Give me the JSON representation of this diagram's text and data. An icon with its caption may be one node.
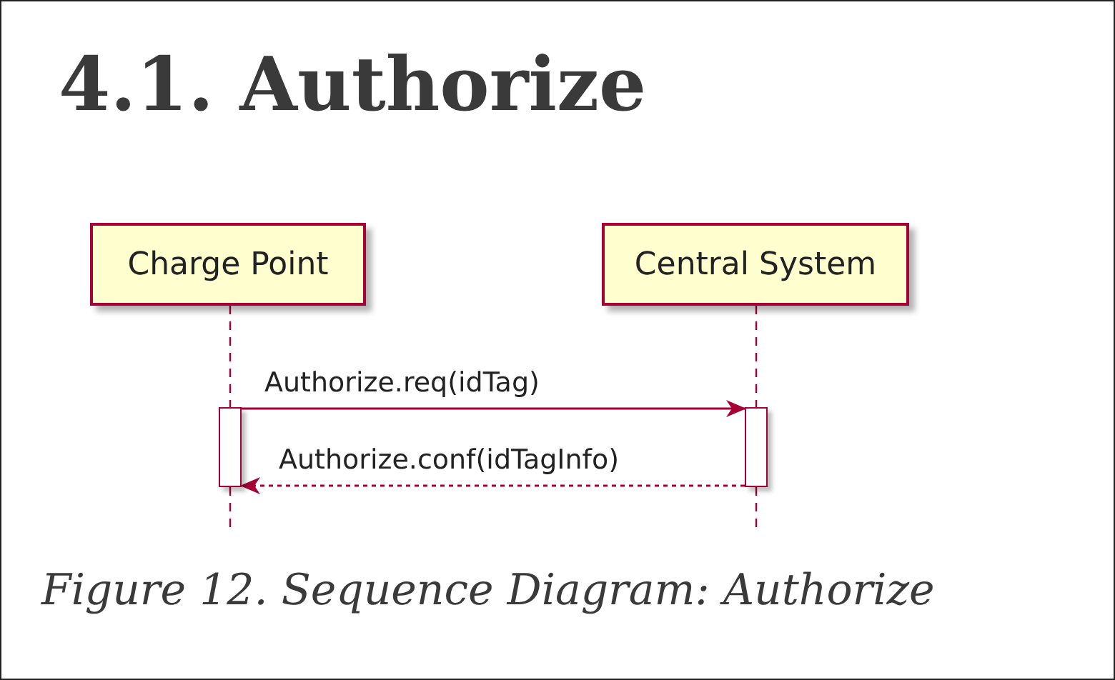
{
  "diagram": {
    "title": "4.1. Authorize",
    "caption": "Figure 12. Sequence Diagram: Authorize",
    "nodes": [
      {
        "text": [
          "Charge Point"
        ]
      },
      {
        "text": [
          "Central System"
        ]
      },
      {
        "text": [],
        "shape": "bar"
      },
      {
        "text": [],
        "shape": "bar"
      }
    ],
    "edges": [
      {
        "from": 0,
        "to": 2,
        "arrow": "none",
        "style": "dashed"
      },
      {
        "from": 1,
        "to": 3,
        "arrow": "none",
        "style": "dashed"
      },
      {
        "from": 2,
        "to": 3,
        "arrow": "to",
        "label": "Authorize.req(idTag)"
      },
      {
        "from": 3,
        "to": 2,
        "arrow": "to",
        "label": "Authorize.conf(idTagInfo)",
        "style": "dashed"
      }
    ]
  }
}
